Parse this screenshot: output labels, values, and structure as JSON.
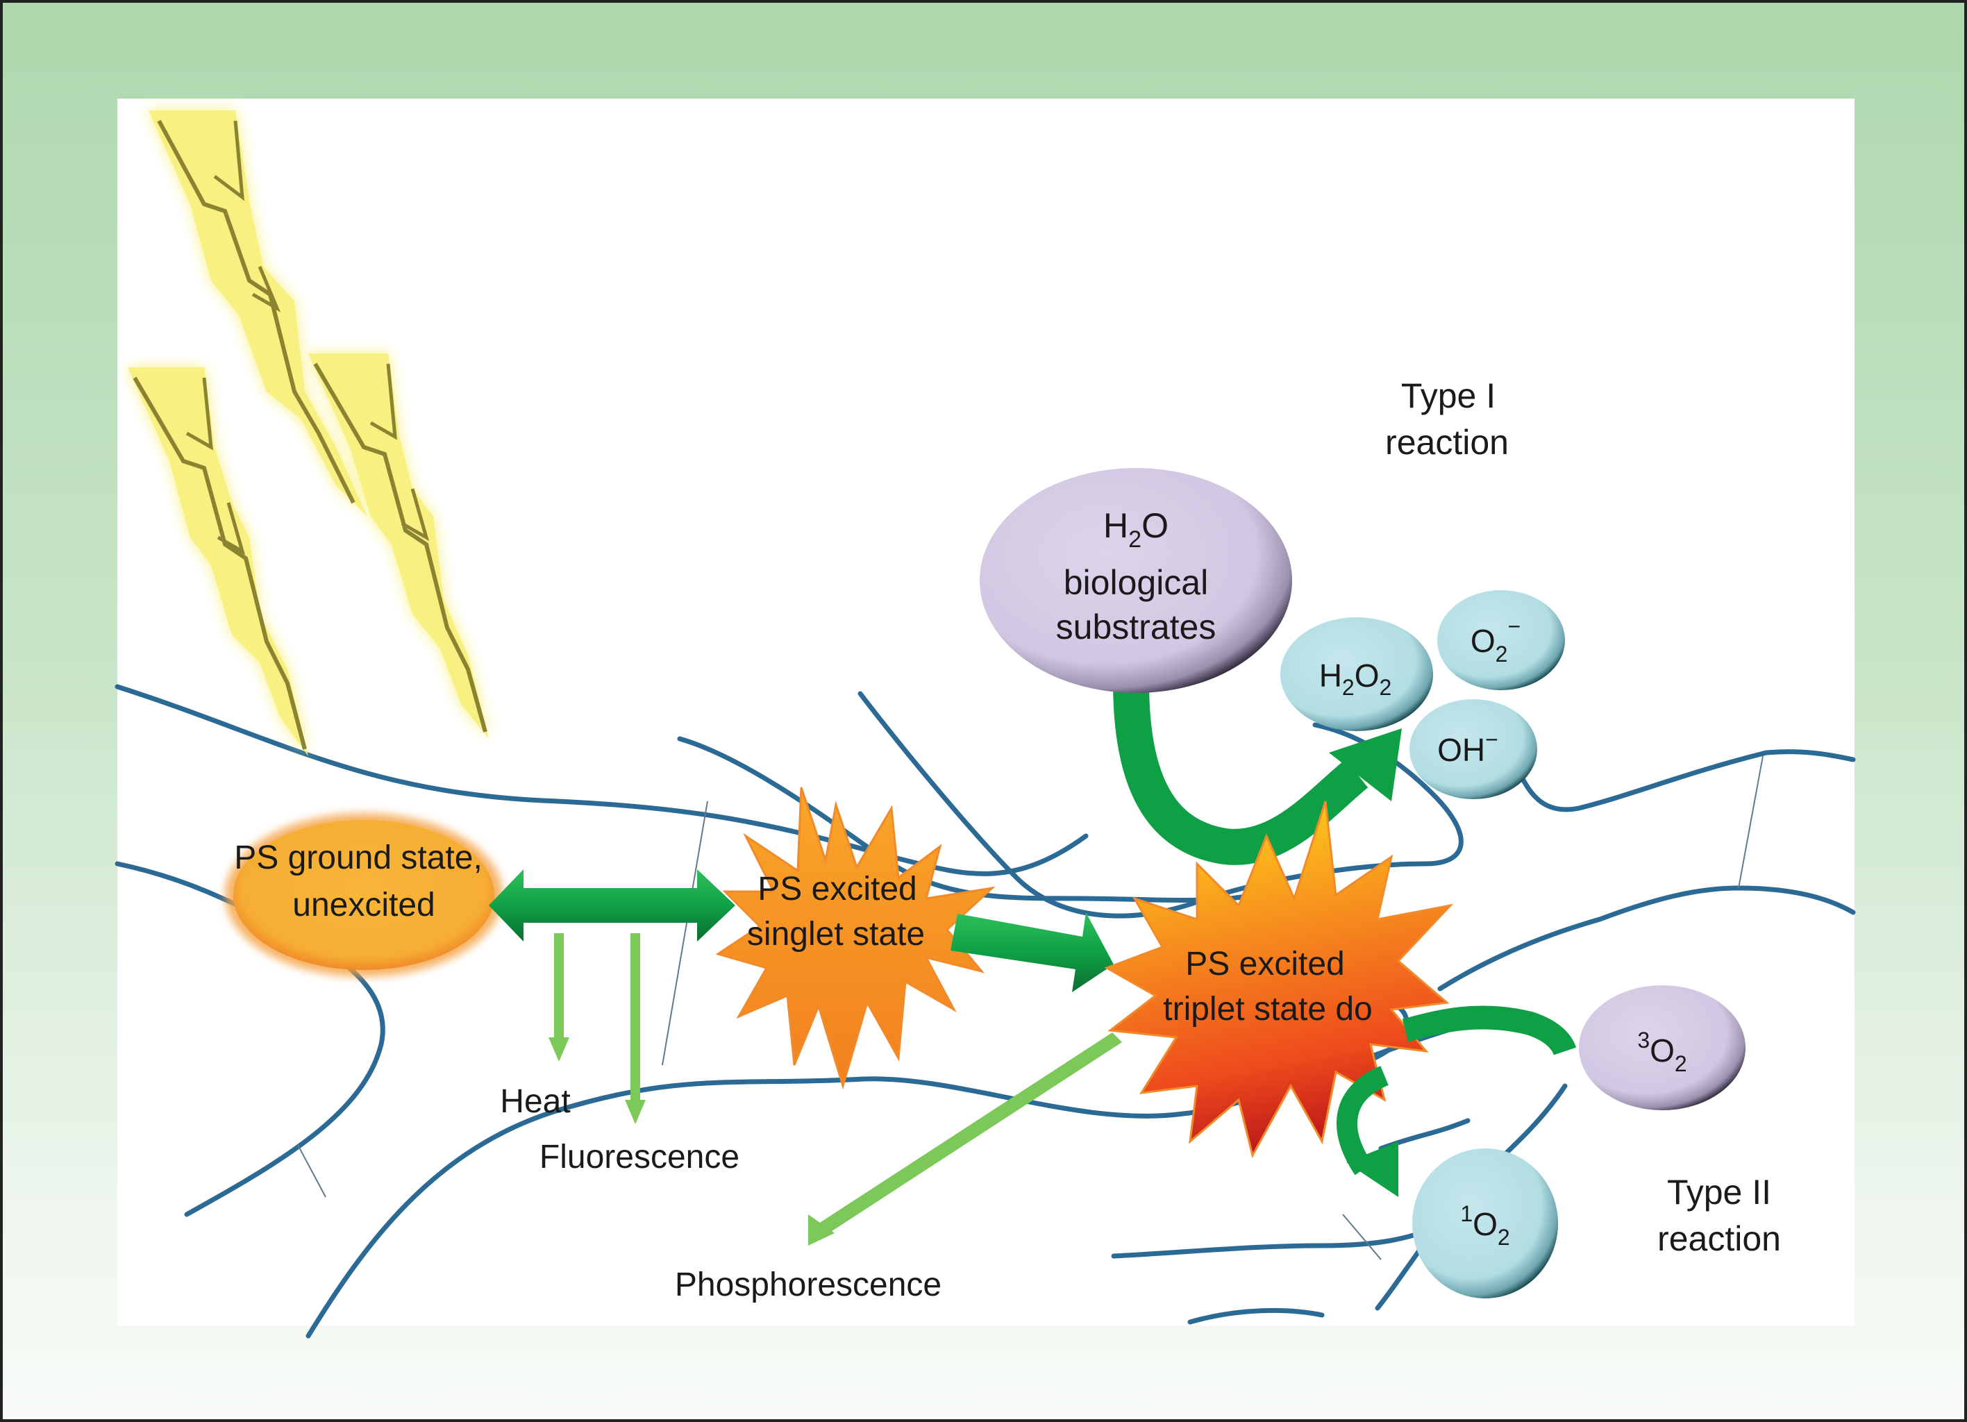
{
  "figure": {
    "title": "Photodynamic reaction mechanism",
    "colors": {
      "frame_green": "#aed8ae",
      "membrane_blue": "#2c6a96",
      "arrow_dark_green": "#0f9a45",
      "arrow_light_green": "#7cc95a",
      "ground_state_orange": "#f6ae33",
      "star_orange": "#f7941e",
      "star_red": "#e8401c",
      "molecule_purple": "#d6cde6",
      "molecule_cyan": "#b8e0e6",
      "lightning_yellow": "#f8f07a"
    }
  },
  "light_source": {
    "icon": "lightning-bolt-icon",
    "count": 3
  },
  "states": {
    "ground": {
      "line1": "PS ground state,",
      "line2": "unexcited"
    },
    "singlet": {
      "line1": "PS excited",
      "line2": "singlet state"
    },
    "triplet": {
      "line1": "PS excited",
      "line2": "triplet state do"
    }
  },
  "decay": {
    "heat": "Heat",
    "fluorescence": "Fluorescence",
    "phosphorescence": "Phosphorescence"
  },
  "type1": {
    "title_line1": "Type I",
    "title_line2": "reaction",
    "substrate": {
      "formula_main": "H",
      "formula_sub": "2",
      "formula_tail": "O",
      "line2": "biological",
      "line3": "substrates"
    },
    "products": [
      {
        "name": "hydrogen-peroxide",
        "parts": [
          "H",
          "2",
          "O",
          "2"
        ]
      },
      {
        "name": "superoxide",
        "base": "O",
        "sub": "2",
        "sup": "−"
      },
      {
        "name": "hydroxide",
        "base": "OH",
        "sup": "−"
      }
    ]
  },
  "type2": {
    "title_line1": "Type II",
    "title_line2": "reaction",
    "triplet_oxygen": {
      "sup": "3",
      "base": "O",
      "sub": "2"
    },
    "singlet_oxygen": {
      "sup": "1",
      "base": "O",
      "sub": "2"
    }
  }
}
